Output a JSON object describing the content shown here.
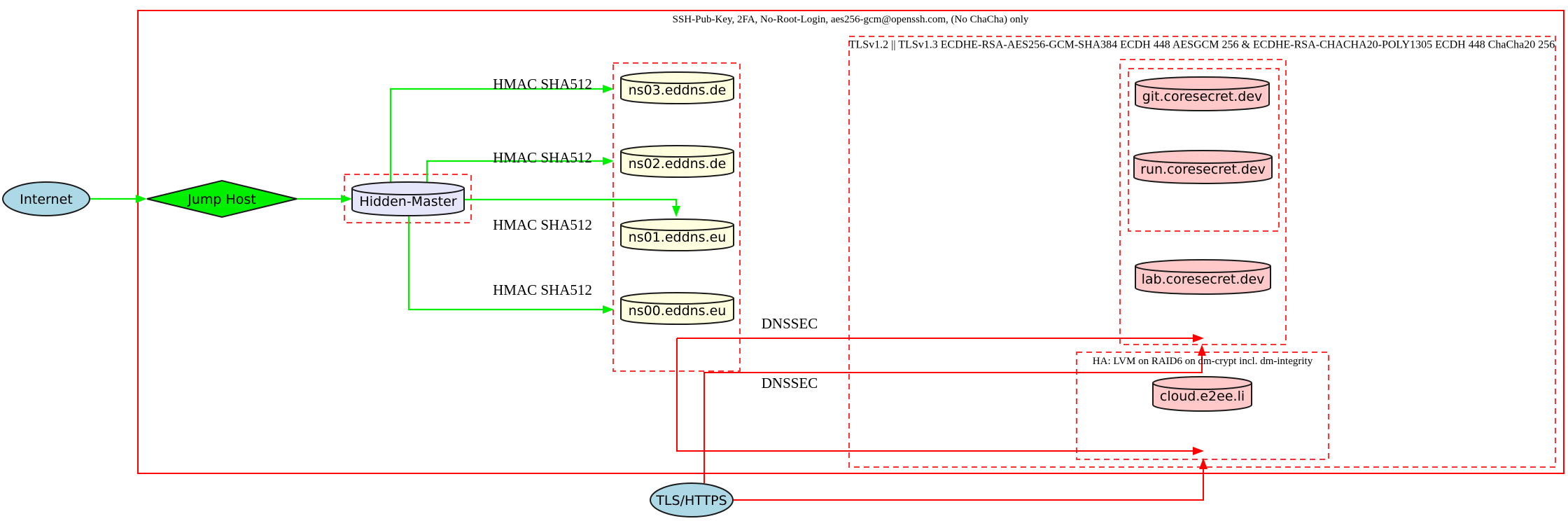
{
  "diagram": {
    "clusters": {
      "ssh_perimeter": {
        "label": "SSH-Pub-Key, 2FA, No-Root-Login, aes256-gcm@openssh.com, (No ChaCha) only",
        "border_color": "#ff0000",
        "border_style": "solid"
      },
      "tls_zone": {
        "label": "TLSv1.2 || TLSv1.3 ECDHE-RSA-AES256-GCM-SHA384 ECDH 448 AESGCM 256 & ECDHE-RSA-CHACHA20-POLY1305 ECDH 448 ChaCha20 256",
        "border_color": "#ff3333",
        "border_style": "dashed"
      },
      "ha_storage": {
        "label": "HA: LVM on RAID6 on dm-crypt incl. dm-integrity",
        "border_color": "#ff3333",
        "border_style": "dashed"
      },
      "dns_servers": {
        "label": "",
        "border_color": "#ff3333",
        "border_style": "dashed"
      },
      "coresecret_outer": {
        "label": "",
        "border_color": "#ff3333",
        "border_style": "dashed"
      },
      "coresecret_inner": {
        "label": "",
        "border_color": "#ff3333",
        "border_style": "dashed"
      },
      "hidden_master_box": {
        "label": "",
        "border_color": "#ff3333",
        "border_style": "dashed"
      }
    },
    "nodes": {
      "internet": {
        "label": "Internet",
        "shape": "ellipse",
        "fill": "#add8e6"
      },
      "jump_host": {
        "label": "Jump Host",
        "shape": "diamond",
        "fill": "#00f000"
      },
      "hidden_master": {
        "label": "Hidden-Master",
        "shape": "cylinder",
        "fill": "#e6e6fa"
      },
      "ns03": {
        "label": "ns03.eddns.de",
        "shape": "cylinder",
        "fill": "#ffffe0"
      },
      "ns02": {
        "label": "ns02.eddns.de",
        "shape": "cylinder",
        "fill": "#ffffe0"
      },
      "ns01": {
        "label": "ns01.eddns.eu",
        "shape": "cylinder",
        "fill": "#ffffe0"
      },
      "ns00": {
        "label": "ns00.eddns.eu",
        "shape": "cylinder",
        "fill": "#ffffe0"
      },
      "git": {
        "label": "git.coresecret.dev",
        "shape": "cylinder",
        "fill": "#ffc9c9"
      },
      "run": {
        "label": "run.coresecret.dev",
        "shape": "cylinder",
        "fill": "#ffc9c9"
      },
      "lab": {
        "label": "lab.coresecret.dev",
        "shape": "cylinder",
        "fill": "#ffc9c9"
      },
      "cloud": {
        "label": "cloud.e2ee.li",
        "shape": "cylinder",
        "fill": "#ffc9c9"
      },
      "tls_https": {
        "label": "TLS/HTTPS",
        "shape": "ellipse",
        "fill": "#add8e6"
      }
    },
    "edge_labels": {
      "hmac_sha512": "HMAC SHA512",
      "dnssec": "DNSSEC"
    },
    "colors": {
      "trusted_edge": "#00f000",
      "secure_edge": "#ff0000",
      "boundary_dashed": "#ff3333",
      "background": "#ffffff"
    }
  }
}
